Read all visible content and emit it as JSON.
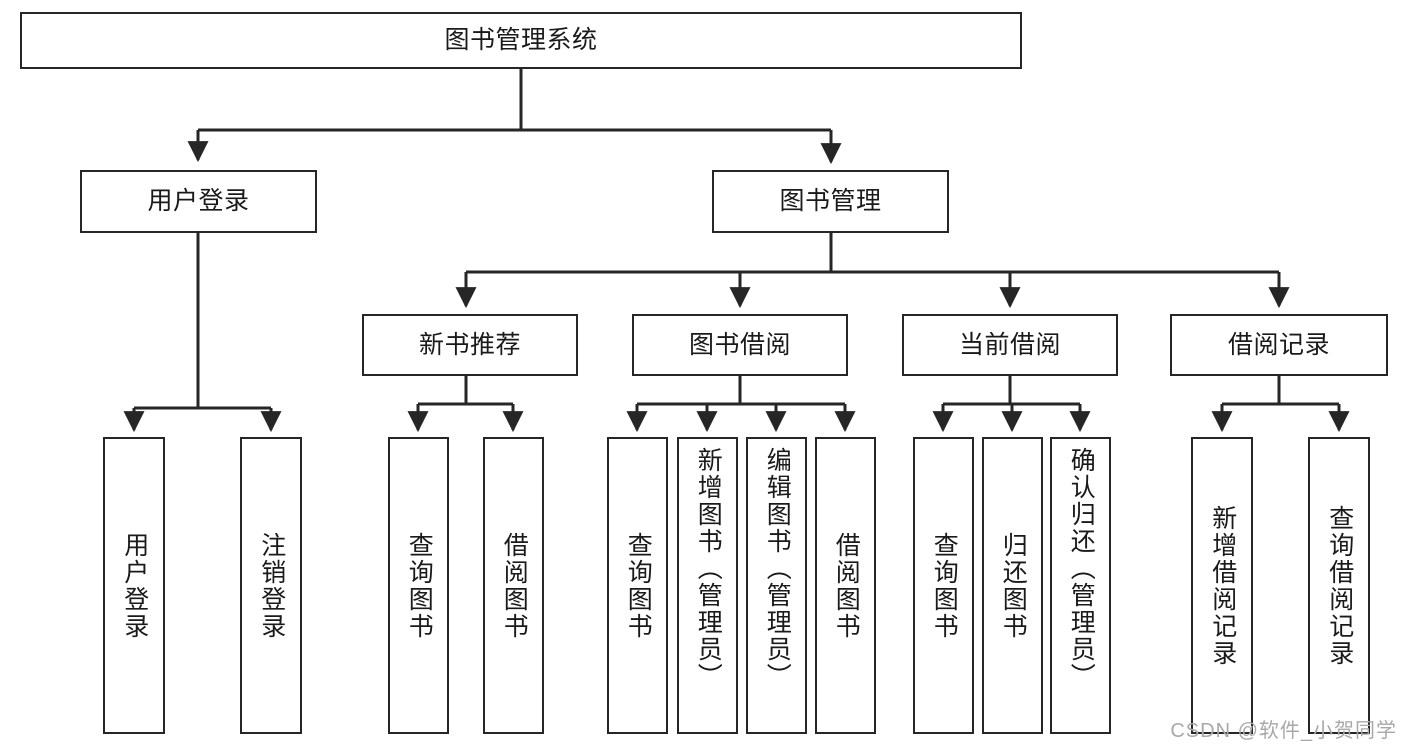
{
  "diagram": {
    "title": "图书管理系统",
    "watermark": "CSDN @软件_小贺同学",
    "colors": {
      "stroke": "#262626",
      "fill": "#ffffff",
      "text": "#1a1a1a",
      "watermark": "#a8a8a8"
    },
    "nodes": {
      "root": {
        "label": "图书管理系统"
      },
      "level2": [
        {
          "id": "user-login",
          "label": "用户登录"
        },
        {
          "id": "book-management",
          "label": "图书管理"
        }
      ],
      "level3": [
        {
          "id": "new-book-recommend",
          "label": "新书推荐"
        },
        {
          "id": "book-borrow",
          "label": "图书借阅"
        },
        {
          "id": "current-borrow",
          "label": "当前借阅"
        },
        {
          "id": "borrow-record",
          "label": "借阅记录"
        }
      ],
      "leaves": [
        {
          "id": "leaf-user-login",
          "label": "用户登录"
        },
        {
          "id": "leaf-logout-login",
          "label": "注销登录"
        },
        {
          "id": "leaf-query-book-1",
          "label": "查询图书"
        },
        {
          "id": "leaf-borrow-book-1",
          "label": "借阅图书"
        },
        {
          "id": "leaf-query-book-2",
          "label": "查询图书"
        },
        {
          "id": "leaf-add-book-admin",
          "label": "新增图书（管理员）"
        },
        {
          "id": "leaf-edit-book-admin",
          "label": "编辑图书（管理员）"
        },
        {
          "id": "leaf-borrow-book-2",
          "label": "借阅图书"
        },
        {
          "id": "leaf-query-book-3",
          "label": "查询图书"
        },
        {
          "id": "leaf-return-book",
          "label": "归还图书"
        },
        {
          "id": "leaf-confirm-return-admin",
          "label": "确认归还（管理员）"
        },
        {
          "id": "leaf-add-borrow-record",
          "label": "新增借阅记录"
        },
        {
          "id": "leaf-query-borrow-record",
          "label": "查询借阅记录"
        }
      ]
    }
  }
}
